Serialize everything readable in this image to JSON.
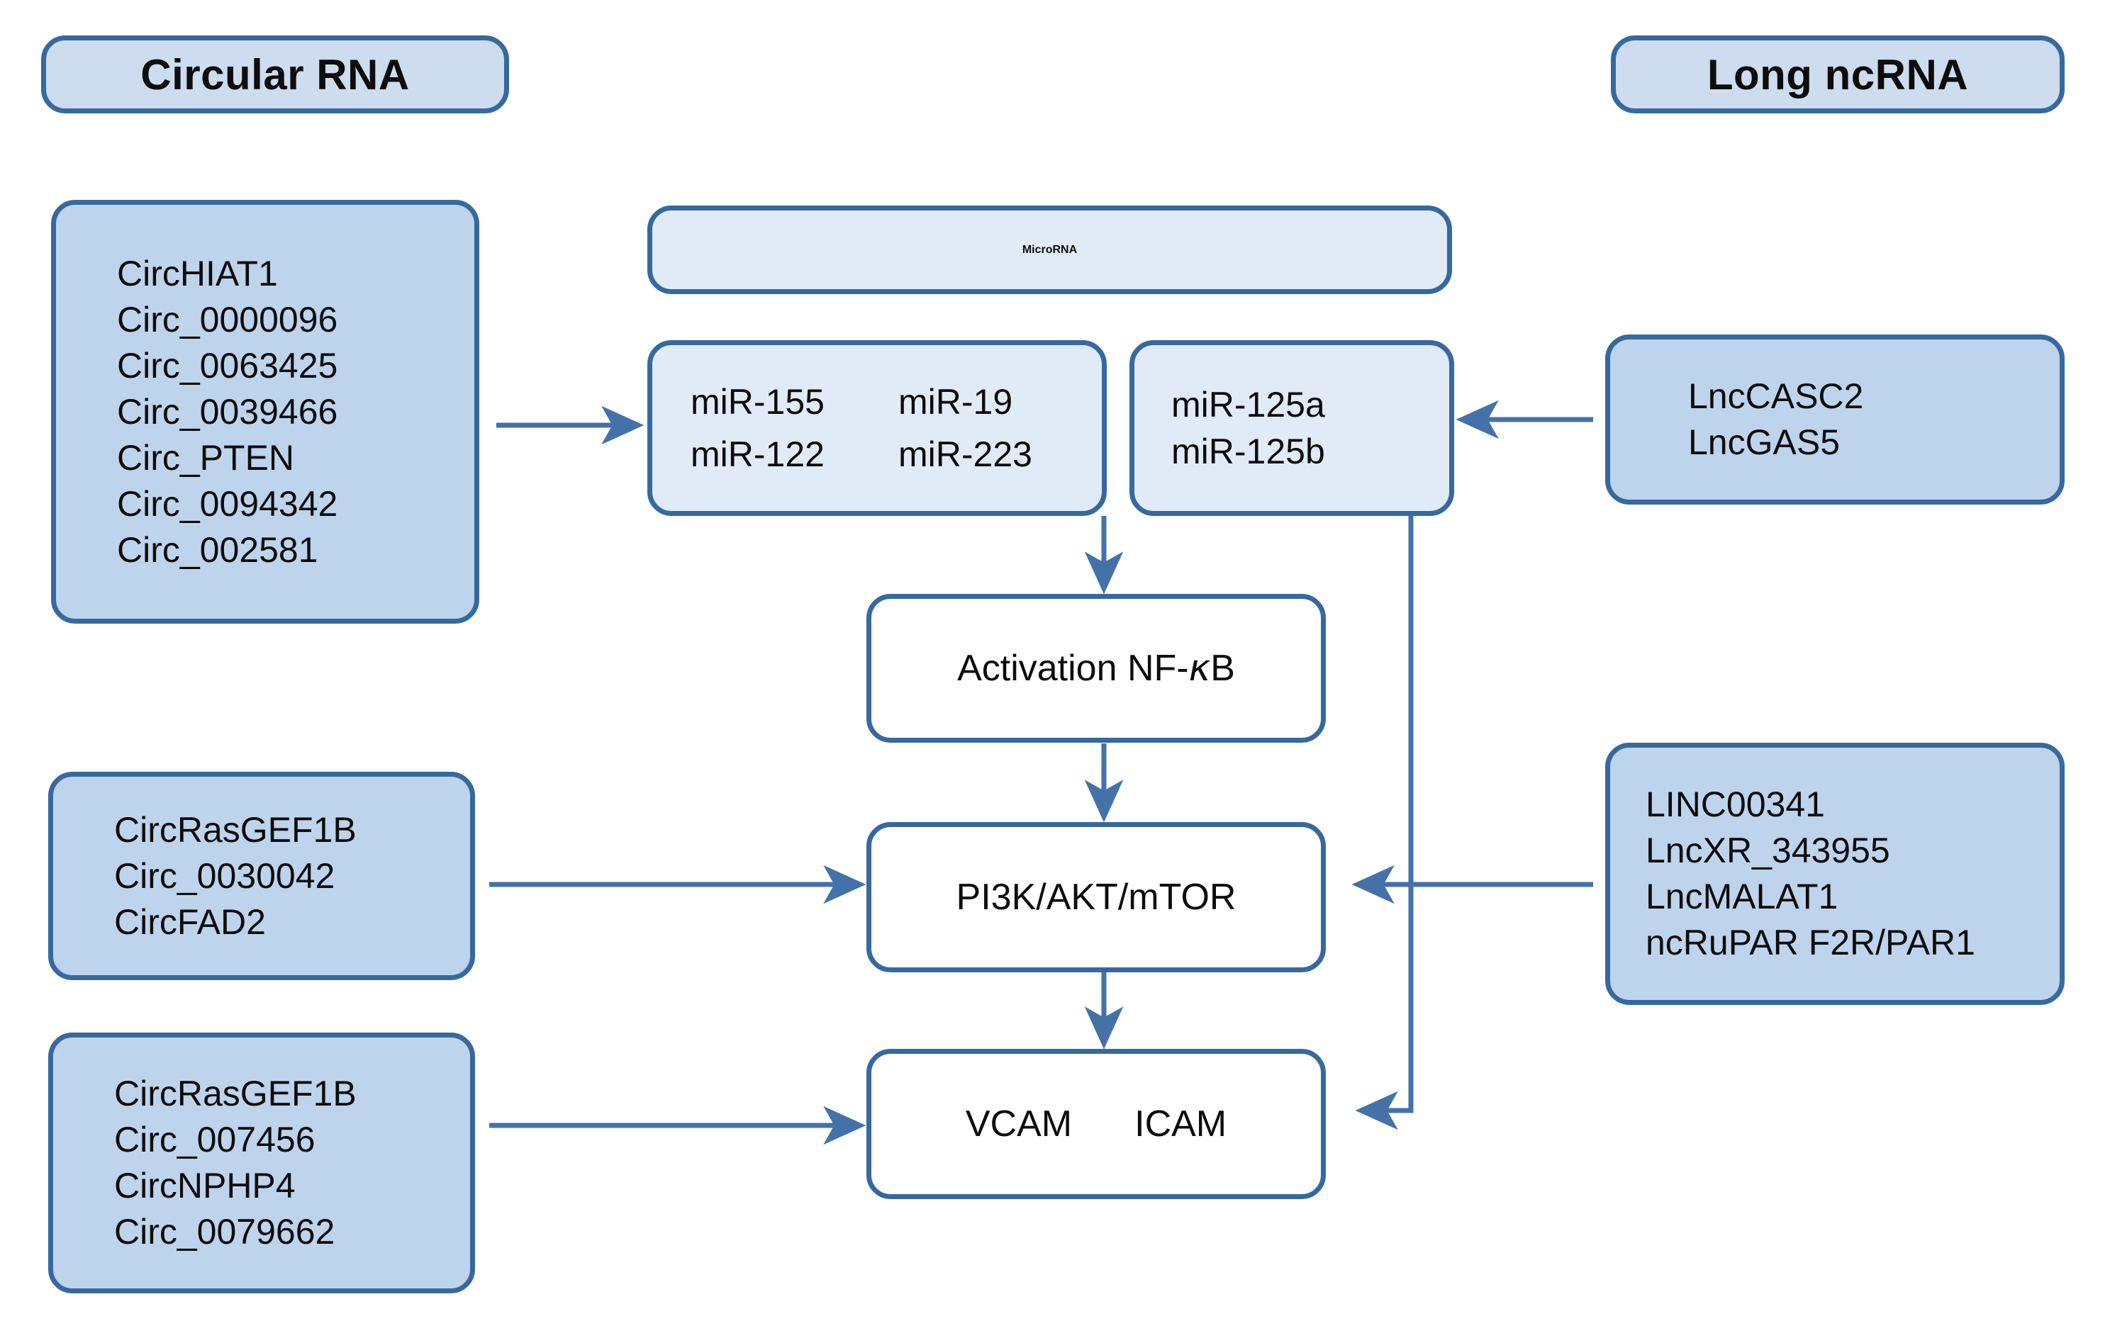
{
  "colors": {
    "box_border": "#36699e",
    "group_fill": "#bed4ec",
    "header_fill": "#cddcee",
    "mirna_fill": "#e1ebf8",
    "plain_fill": "#ffffff",
    "arrow": "#4472a8",
    "text": "#0d0d0d"
  },
  "left": {
    "header": "Circular RNA",
    "circ_mirna_box": {
      "items": [
        "CircHIAT1",
        "Circ_0000096",
        "Circ_0063425",
        "Circ_0039466",
        "Circ_PTEN",
        "Circ_0094342",
        "Circ_002581"
      ]
    },
    "circ_pi3k_box": {
      "items": [
        "CircRasGEF1B",
        "Circ_0030042",
        "CircFAD2"
      ]
    },
    "circ_vcam_box": {
      "items": [
        "CircRasGEF1B",
        "Circ_007456",
        "CircNPHP4",
        "Circ_0079662"
      ]
    }
  },
  "center": {
    "mirna_header": "MicroRNA",
    "mirna_group_a": {
      "cells": [
        "miR-155",
        "miR-19",
        "miR-122",
        "miR-223"
      ]
    },
    "mirna_group_b": {
      "items": [
        "miR-125a",
        "miR-125b"
      ]
    },
    "nfkb": {
      "prefix": "Activation NF-",
      "kappa": "κ",
      "suffix": "B"
    },
    "pathway": "PI3K/AKT/mTOR",
    "adhesion": {
      "left": "VCAM",
      "right": "ICAM"
    }
  },
  "right": {
    "header": "Long ncRNA",
    "lnc_mirna_box": {
      "items": [
        "LncCASC2",
        "LncGAS5"
      ]
    },
    "lnc_pi3k_box": {
      "items": [
        "LINC00341",
        "LncXR_343955",
        "LncMALAT1",
        "ncRuPAR F2R/PAR1"
      ]
    }
  },
  "connections": [
    {
      "name": "circ-to-mirna",
      "from": "circ_mirna_box",
      "to": "mirna_group_a",
      "direction": "right"
    },
    {
      "name": "lnc-to-mirna125",
      "from": "lnc_mirna_box",
      "to": "mirna_group_b",
      "direction": "left"
    },
    {
      "name": "mirna-to-nfkb",
      "from": "mirna_group_a",
      "to": "nfkb",
      "direction": "down"
    },
    {
      "name": "nfkb-to-pi3k",
      "from": "nfkb",
      "to": "pathway",
      "direction": "down"
    },
    {
      "name": "pi3k-to-adhesion",
      "from": "pathway",
      "to": "adhesion",
      "direction": "down"
    },
    {
      "name": "circ-to-pi3k",
      "from": "circ_pi3k_box",
      "to": "pathway",
      "direction": "right"
    },
    {
      "name": "circ-to-adhesion",
      "from": "circ_vcam_box",
      "to": "adhesion",
      "direction": "right"
    },
    {
      "name": "lnc-to-pi3k",
      "from": "lnc_pi3k_box",
      "to": "pathway",
      "direction": "left"
    },
    {
      "name": "mirna125-to-adhesion",
      "from": "mirna_group_b",
      "to": "adhesion",
      "direction": "elbow-down-left"
    }
  ]
}
